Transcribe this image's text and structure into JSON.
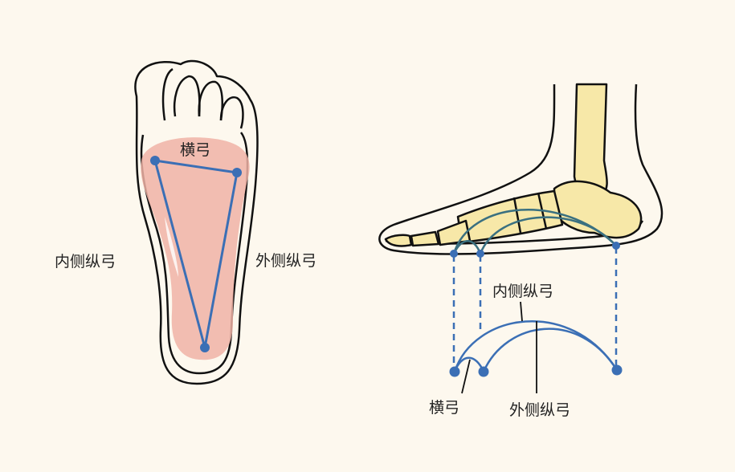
{
  "left_diagram": {
    "label_transverse": "横弓",
    "label_medial": "内侧纵弓",
    "label_lateral": "外侧纵弓"
  },
  "right_diagram": {
    "label_medial": "内侧纵弓",
    "label_transverse": "横弓",
    "label_lateral": "外侧纵弓"
  },
  "colors": {
    "background": "#fdf8ee",
    "arch_line": "#3b6fb5",
    "pressure_area": "#f0b3a6",
    "bone": "#f7e8a8",
    "outline": "#111111"
  }
}
